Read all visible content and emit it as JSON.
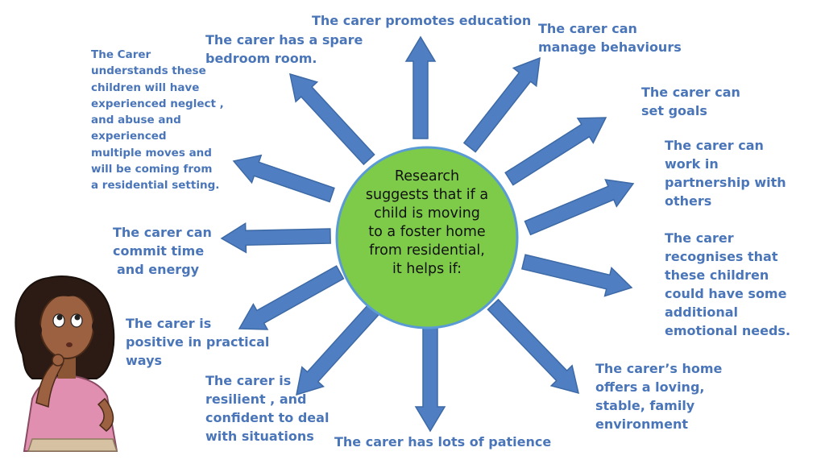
{
  "center": {
    "lines": [
      "Research",
      "suggests that if a",
      "child is moving",
      "to a foster home",
      "from residential,",
      "it helps if:"
    ]
  },
  "labels": [
    {
      "id": "education",
      "lines": [
        "The carer promotes education"
      ]
    },
    {
      "id": "behaviours",
      "lines": [
        "The carer can",
        "manage behaviours"
      ]
    },
    {
      "id": "goals",
      "lines": [
        "The carer can",
        "set goals"
      ]
    },
    {
      "id": "partnership",
      "lines": [
        "The carer can",
        "work in",
        "partnership with",
        "others"
      ]
    },
    {
      "id": "emotional",
      "lines": [
        "The carer",
        "recognises that",
        "these children",
        "could have some",
        "additional",
        "emotional needs."
      ]
    },
    {
      "id": "home",
      "lines": [
        "The carer’s home",
        "offers a loving,",
        "stable, family",
        "environment"
      ]
    },
    {
      "id": "patience",
      "lines": [
        "The carer has lots of patience"
      ]
    },
    {
      "id": "resilient",
      "lines": [
        "The carer is",
        "resilient , and",
        "confident to deal",
        "with situations"
      ]
    },
    {
      "id": "positive",
      "lines": [
        "The carer is",
        "positive in practical",
        "ways"
      ]
    },
    {
      "id": "commit",
      "lines": [
        "The carer can",
        "commit time",
        "and energy"
      ]
    },
    {
      "id": "understands",
      "lines": [
        "The Carer",
        "understands these",
        "children will have",
        "experienced neglect ,",
        "and abuse and",
        "experienced",
        "multiple moves and",
        "will be coming from",
        "a residential setting."
      ]
    },
    {
      "id": "bedroom",
      "lines": [
        "The carer has a spare",
        "bedroom room."
      ]
    }
  ],
  "colors": {
    "arrow_fill": "#4f7ec2",
    "arrow_stroke": "#3d6aa6",
    "circle_fill": "#7ecb4a",
    "circle_stroke": "#5b9bd5",
    "label_text": "#4a76b9"
  },
  "character": {
    "icon": "thinking-woman-illustration"
  }
}
